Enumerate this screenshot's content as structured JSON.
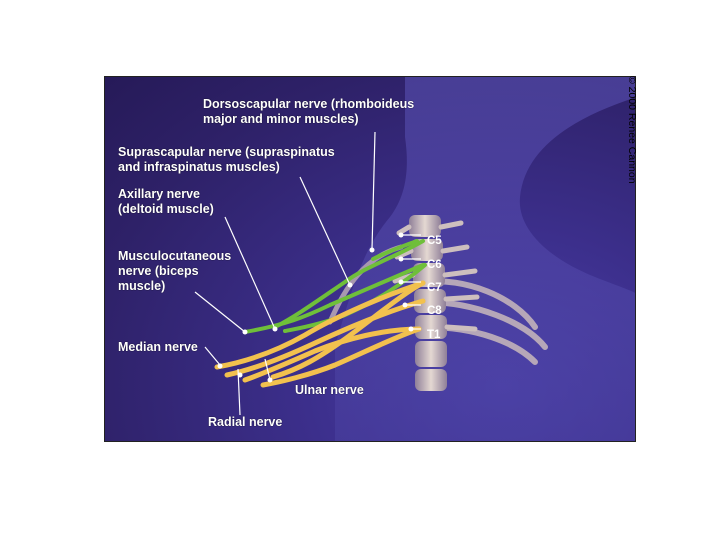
{
  "labels": {
    "dorsoscapular": "Dorsoscapular nerve (rhomboideus\nmajor and minor muscles)",
    "suprascapular": "Suprascapular nerve (supraspinatus\nand infraspinatus muscles)",
    "axillary": "Axillary nerve\n(deltoid muscle)",
    "musculocutaneous": "Musculocutaneous\nnerve (biceps\nmuscle)",
    "median": "Median nerve",
    "ulnar": "Ulnar nerve",
    "radial": "Radial nerve"
  },
  "vertebrae": [
    "C5",
    "C6",
    "C7",
    "C8",
    "T1"
  ],
  "copyright": "© 2000 Renee Cannon",
  "colors": {
    "background": "#3c2f8c",
    "nerve_green": "#6fbf3a",
    "nerve_yellow": "#f2c14e",
    "spine": "#c9b9b0"
  }
}
